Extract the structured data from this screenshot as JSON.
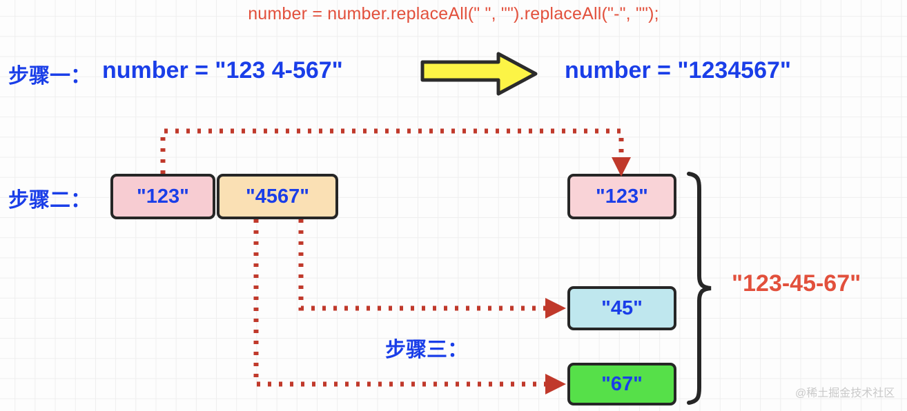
{
  "code_line": "number = number.replaceAll(\" \", \"\").replaceAll(\"-\", \"\");",
  "steps": {
    "step1_label": "步骤一：",
    "step2_label": "步骤二：",
    "step3_label": "步骤三："
  },
  "step1": {
    "input_expression": "number = \"123 4-567\"",
    "output_expression": "number = \"1234567\"",
    "arrow": "block-arrow-right",
    "arrow_color": "#fcf446"
  },
  "step2": {
    "left_boxes": [
      {
        "label": "\"123\"",
        "color": "#f7ccd2"
      },
      {
        "label": "\"4567\"",
        "color": "#fae0b4"
      }
    ]
  },
  "step3": {
    "right_boxes": [
      {
        "label": "\"123\"",
        "color": "#f9d3d7"
      },
      {
        "label": "\"45\"",
        "color": "#bfe7ee"
      },
      {
        "label": "\"67\"",
        "color": "#56e049"
      }
    ]
  },
  "result": "\"123-45-67\"",
  "watermark": "@稀土掘金技术社区",
  "colors": {
    "code_red": "#e2503c",
    "label_blue": "#1a3ee8",
    "connector_red": "#c0392b",
    "box_border": "#262626",
    "grid": "#eeeeee"
  }
}
